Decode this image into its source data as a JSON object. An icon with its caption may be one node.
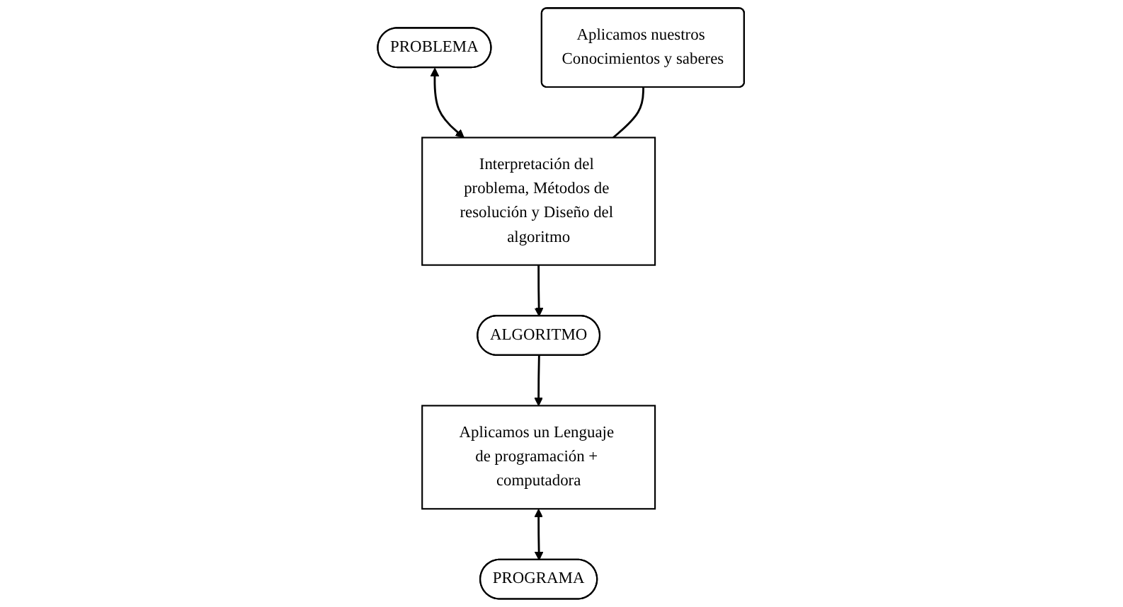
{
  "diagram": {
    "nodes": [
      {
        "text": [
          "PROBLEMA"
        ]
      },
      {
        "text": [
          "Interpretación del problema, Métodos de resolución y Diseño del algoritmo"
        ]
      },
      {
        "text": [
          "Aplicamos nuestros Conocimientos y saberes"
        ]
      },
      {
        "text": [
          "ALGORITMO"
        ]
      },
      {
        "text": [
          "Aplicamos un Lenguaje de programación + computadora"
        ]
      },
      {
        "text": [
          "PROGRAMA"
        ]
      }
    ],
    "edges": [
      {
        "from": 0,
        "to": 1,
        "arrow": "both"
      },
      {
        "from": 2,
        "to": 1,
        "arrow": "none"
      },
      {
        "from": 1,
        "to": 3,
        "arrow": "to"
      },
      {
        "from": 3,
        "to": 4,
        "arrow": "to"
      },
      {
        "from": 4,
        "to": 5,
        "arrow": "both"
      }
    ]
  }
}
